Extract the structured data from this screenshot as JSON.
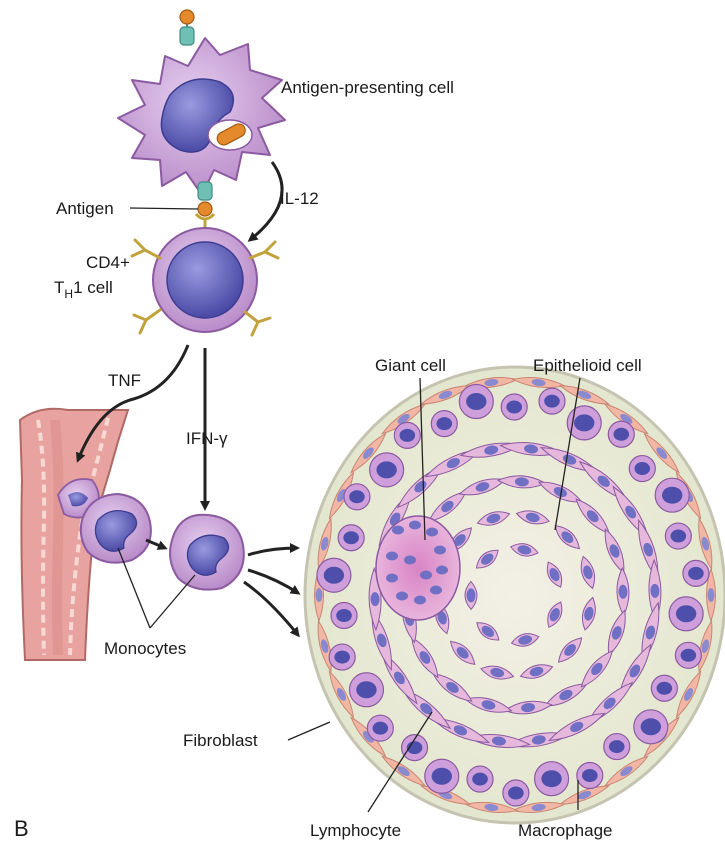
{
  "labels": {
    "apc": "Antigen-presenting cell",
    "antigen": "Antigen",
    "il12": "IL-12",
    "cd4": "CD4+",
    "th_main": "T",
    "th_sub": "H",
    "th_rest": "1 cell",
    "tnf": "TNF",
    "ifn": "IFN-γ",
    "monocytes": "Monocytes",
    "giant_cell": "Giant cell",
    "epithelioid_cell": "Epithelioid cell",
    "fibroblast": "Fibroblast",
    "lymphocyte": "Lymphocyte",
    "macrophage": "Macrophage",
    "panel": "B"
  },
  "colors": {
    "cell_membrane": "#c9a2d6",
    "nucleus": "#6f6fc4",
    "granuloma_bg": "#eef0dc",
    "epithelioid": "#e5b8dc",
    "fibroblast": "#f2b7a4",
    "vessel": "#e8a3a0",
    "antigen": "#e58a2c",
    "receptor": "#6fbfb5",
    "cd4_receptor": "#c2a23c"
  }
}
